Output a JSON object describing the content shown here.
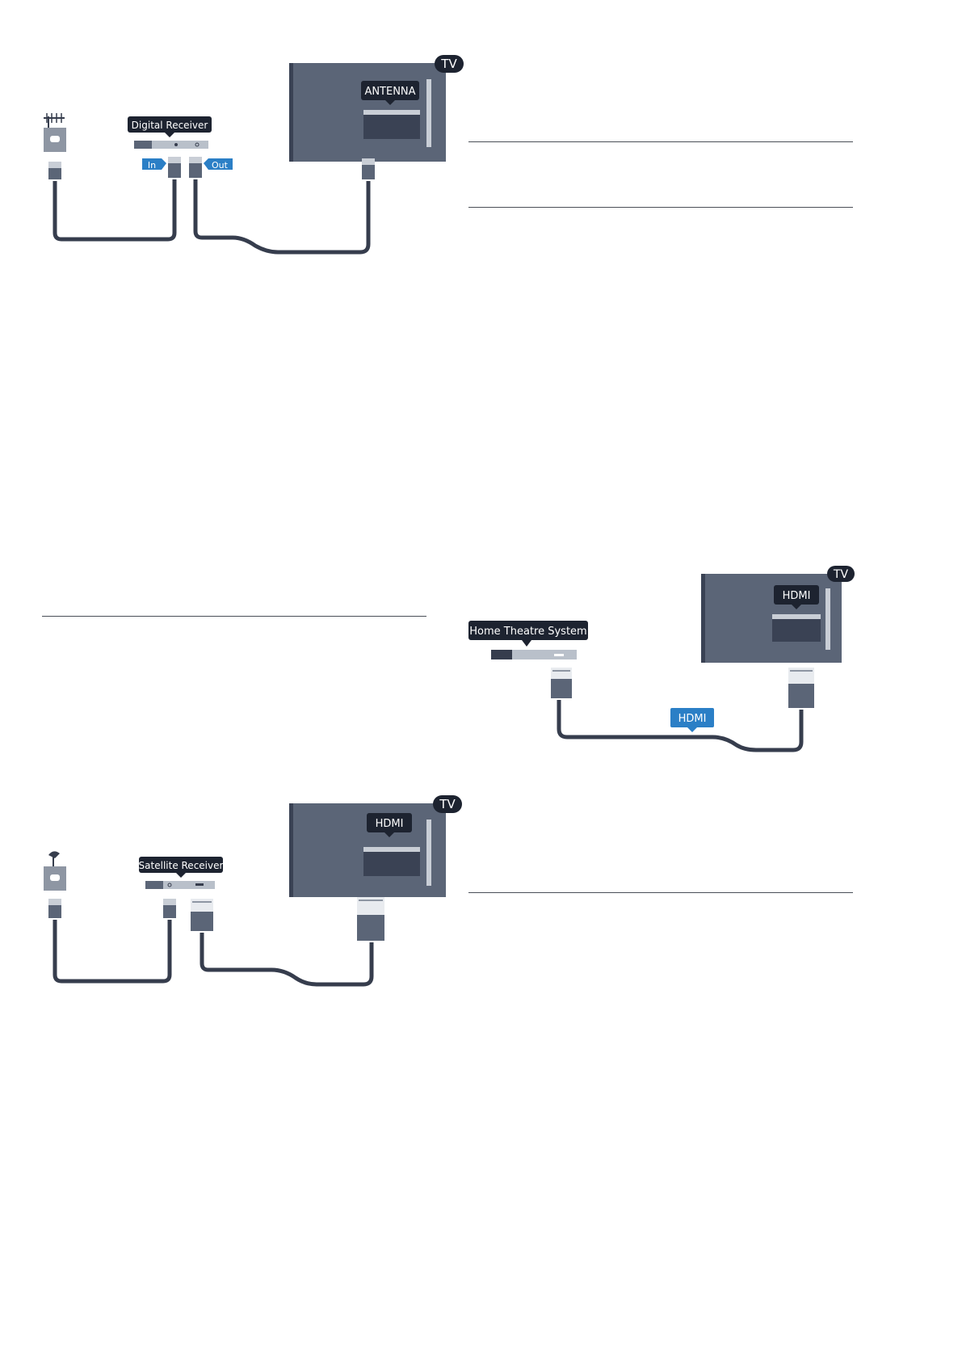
{
  "diagrams": {
    "antenna": {
      "tv_badge": "TV",
      "port_label": "ANTENNA",
      "device_label": "Digital Receiver",
      "in_tag": "In",
      "out_tag": "Out"
    },
    "satellite": {
      "tv_badge": "TV",
      "port_label": "HDMI",
      "device_label": "Satellite Receiver"
    },
    "home_theatre": {
      "tv_badge": "TV",
      "port_label": "HDMI",
      "device_label": "Home Theatre System",
      "cable_label": "HDMI"
    }
  },
  "colors": {
    "tv_body": "#5b6577",
    "tv_dark": "#3a4254",
    "label_bg": "#1d2330",
    "accent_blue": "#2b7fc6",
    "cable": "#363d4d",
    "device_light": "#b9c0ca"
  }
}
